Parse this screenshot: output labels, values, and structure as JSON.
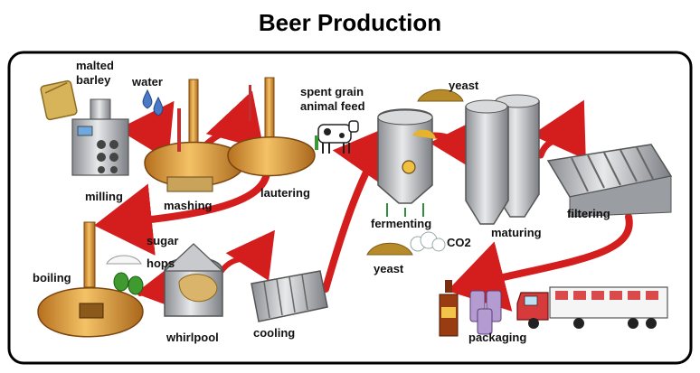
{
  "title": "Beer Production",
  "labels": {
    "malted_barley": [
      "malted",
      "barley"
    ],
    "water": "water",
    "spent_grain": [
      "spent grain",
      "animal feed"
    ],
    "yeast_top": "yeast",
    "milling": "milling",
    "mashing": "mashing",
    "lautering": "lautering",
    "fermenting": "fermenting",
    "co2": "CO2",
    "yeast_bottom": "yeast",
    "maturing": "maturing",
    "filtering": "filtering",
    "sugar": "sugar",
    "hops": "hops",
    "boiling": "boiling",
    "whirlpool": "whirlpool",
    "cooling": "cooling",
    "packaging": "packaging"
  },
  "colors": {
    "arrow": "#d41e1e",
    "copper": "#e0a23a",
    "copper_dark": "#a8661b",
    "steel": "#b9bcc0",
    "steel_dark": "#7d8085",
    "frame": "#000000"
  }
}
